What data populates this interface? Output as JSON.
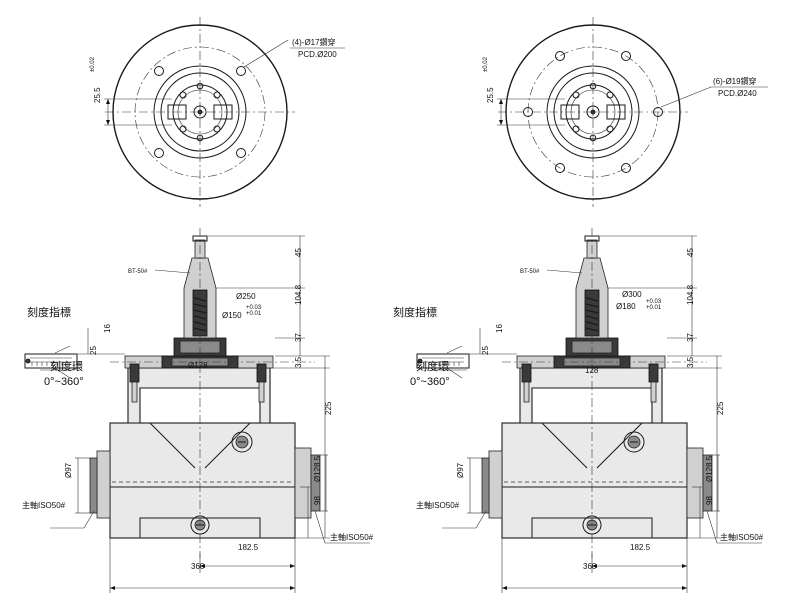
{
  "labels": {
    "holes_left": "(4)-Ø17鑽穿",
    "pcd_left": "PCD.Ø200",
    "holes_right": "(6)-Ø19鑽穿",
    "pcd_right": "PCD.Ø240",
    "bt": "BT-50#",
    "scale_pointer": "刻度指標",
    "scale_ring": "刻度環",
    "angle_range": "0°~360°",
    "spindle": "主軸ISO50#"
  },
  "dims": {
    "d25_5": "25.5",
    "tol_002": "±0.02",
    "d45": "45",
    "d104_8": "104.8",
    "d37": "37",
    "d3_5": "3.5",
    "d16": "16",
    "d25": "25",
    "d225": "225",
    "d98": "98",
    "d128_5": "Ø128.5",
    "d97": "Ø97",
    "d182_5": "182.5",
    "d360": "360",
    "left_flange": "Ø250",
    "left_bore": "Ø150",
    "left_base": "Ø128",
    "right_flange": "Ø300",
    "right_bore": "Ø180",
    "right_base": "128",
    "tol_plus": "+0.03",
    "tol_minus": "+0.01"
  }
}
